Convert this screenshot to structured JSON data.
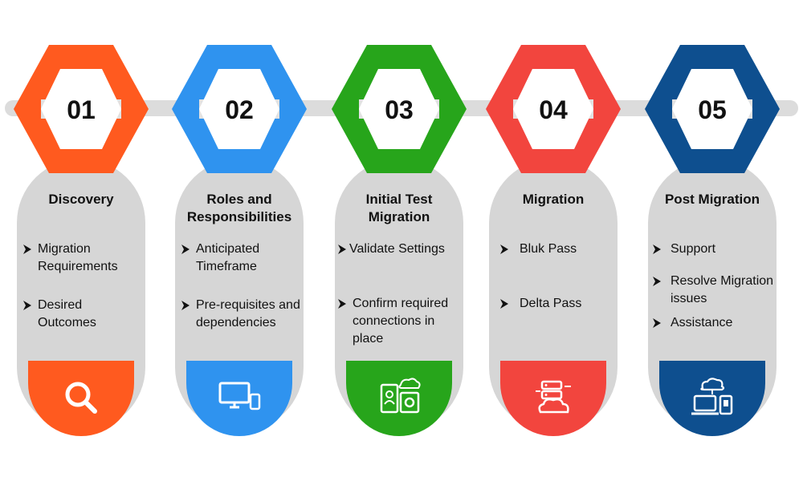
{
  "steps": [
    {
      "number": "01",
      "title": "Discovery",
      "color": "#ff5a1f",
      "icon": "search-icon",
      "items": [
        "Migration Requirements",
        "Desired Outcomes"
      ]
    },
    {
      "number": "02",
      "title": "Roles and Responsibilities",
      "color": "#2f93ef",
      "icon": "devices-icon",
      "items": [
        "Anticipated Timeframe",
        "Pre-requisites and dependencies"
      ]
    },
    {
      "number": "03",
      "title": "Initial Test Migration",
      "color": "#27a51b",
      "icon": "settings-app-icon",
      "items": [
        "Validate Settings",
        "Confirm required connections in place"
      ]
    },
    {
      "number": "04",
      "title": "Migration",
      "color": "#f2453e",
      "icon": "cloud-server-icon",
      "items": [
        "Bluk Pass",
        "Delta Pass"
      ]
    },
    {
      "number": "05",
      "title": "Post Migration",
      "color": "#0e4f8f",
      "icon": "cloud-computer-icon",
      "items": [
        "Support",
        "Resolve Migration issues",
        "Assistance"
      ]
    }
  ]
}
